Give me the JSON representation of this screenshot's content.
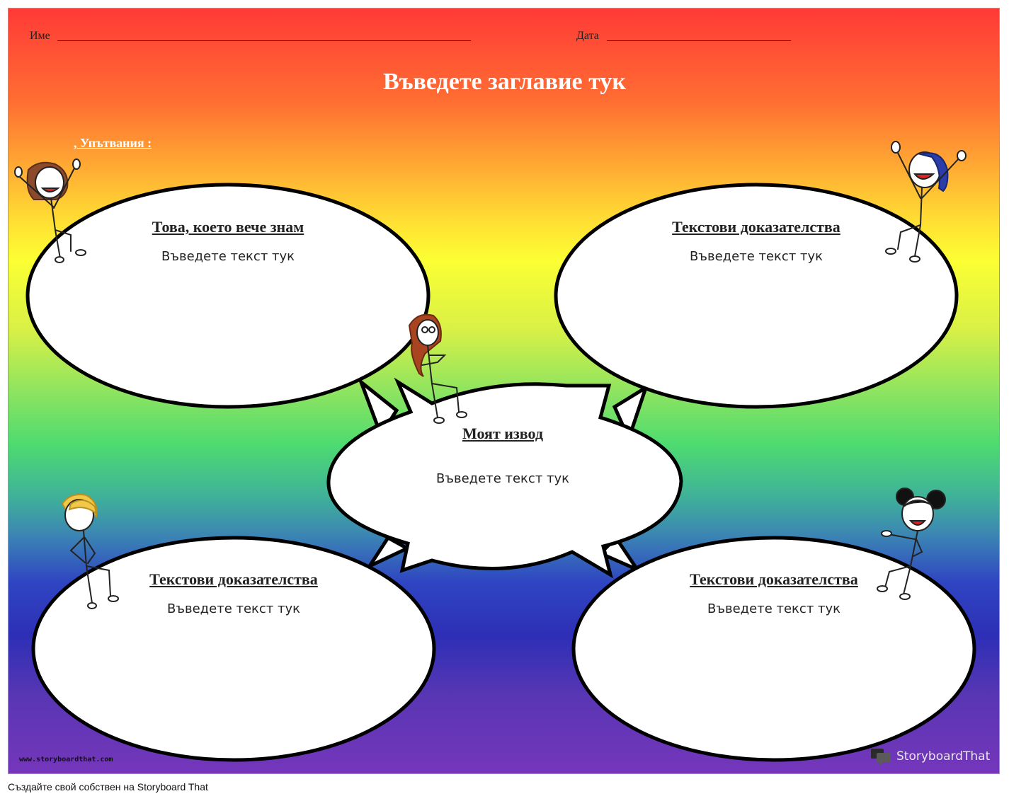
{
  "header": {
    "name_label": "Име",
    "date_label": "Дата"
  },
  "title": "Въведете заглавие тук",
  "hint": ", Упътвания :",
  "bubbles": {
    "top_left": {
      "title": "Това, което вече знам",
      "body": "Въведете текст тук"
    },
    "top_right": {
      "title": "Текстови доказателства",
      "body": "Въведете текст тук"
    },
    "center": {
      "title": "Моят извод",
      "body": "Въведете текст тук"
    },
    "bottom_left": {
      "title": "Текстови доказателства",
      "body": "Въведете текст тук"
    },
    "bottom_right": {
      "title": "Текстови доказателства",
      "body": "Въведете текст тук"
    }
  },
  "footer": {
    "url": "www.storyboardthat.com",
    "logo_text": "StoryboardThat",
    "credit": "Създайте свой собствен на Storyboard That"
  },
  "colors": {
    "gradient_top": "#ff3a37",
    "gradient_middle": "#fbff33",
    "gradient_bottom": "#7536bb",
    "outline": "#000000"
  },
  "icons": [
    "storyboardthat-logo-icon",
    "stick-figure-icon"
  ]
}
